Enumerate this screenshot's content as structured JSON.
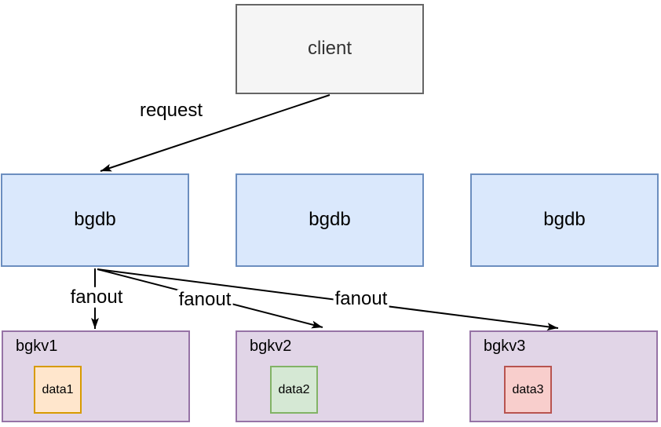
{
  "nodes": {
    "client": {
      "label": "client",
      "fill": "#f5f5f5",
      "stroke": "#666666",
      "text_color": "#333333"
    },
    "bgdb1": {
      "label": "bgdb",
      "fill": "#dae8fc",
      "stroke": "#6c8ebf"
    },
    "bgdb2": {
      "label": "bgdb",
      "fill": "#dae8fc",
      "stroke": "#6c8ebf"
    },
    "bgdb3": {
      "label": "bgdb",
      "fill": "#dae8fc",
      "stroke": "#6c8ebf"
    },
    "bgkv1": {
      "label": "bgkv1",
      "fill": "#e1d5e7",
      "stroke": "#9673a6",
      "child": {
        "label": "data1",
        "fill": "#ffe6cc",
        "stroke": "#d79b00"
      }
    },
    "bgkv2": {
      "label": "bgkv2",
      "fill": "#e1d5e7",
      "stroke": "#9673a6",
      "child": {
        "label": "data2",
        "fill": "#d5e8d4",
        "stroke": "#82b366"
      }
    },
    "bgkv3": {
      "label": "bgkv3",
      "fill": "#e1d5e7",
      "stroke": "#9673a6",
      "child": {
        "label": "data3",
        "fill": "#f8cecc",
        "stroke": "#b85450"
      }
    }
  },
  "edges": {
    "request": {
      "label": "request",
      "from": "client",
      "to": "bgdb1"
    },
    "fanout1": {
      "label": "fanout",
      "from": "bgdb1",
      "to": "bgkv1"
    },
    "fanout2": {
      "label": "fanout",
      "from": "bgdb1",
      "to": "bgkv2"
    },
    "fanout3": {
      "label": "fanout",
      "from": "bgdb1",
      "to": "bgkv3"
    }
  },
  "colors": {
    "arrow": "#000000",
    "background": "#ffffff"
  }
}
